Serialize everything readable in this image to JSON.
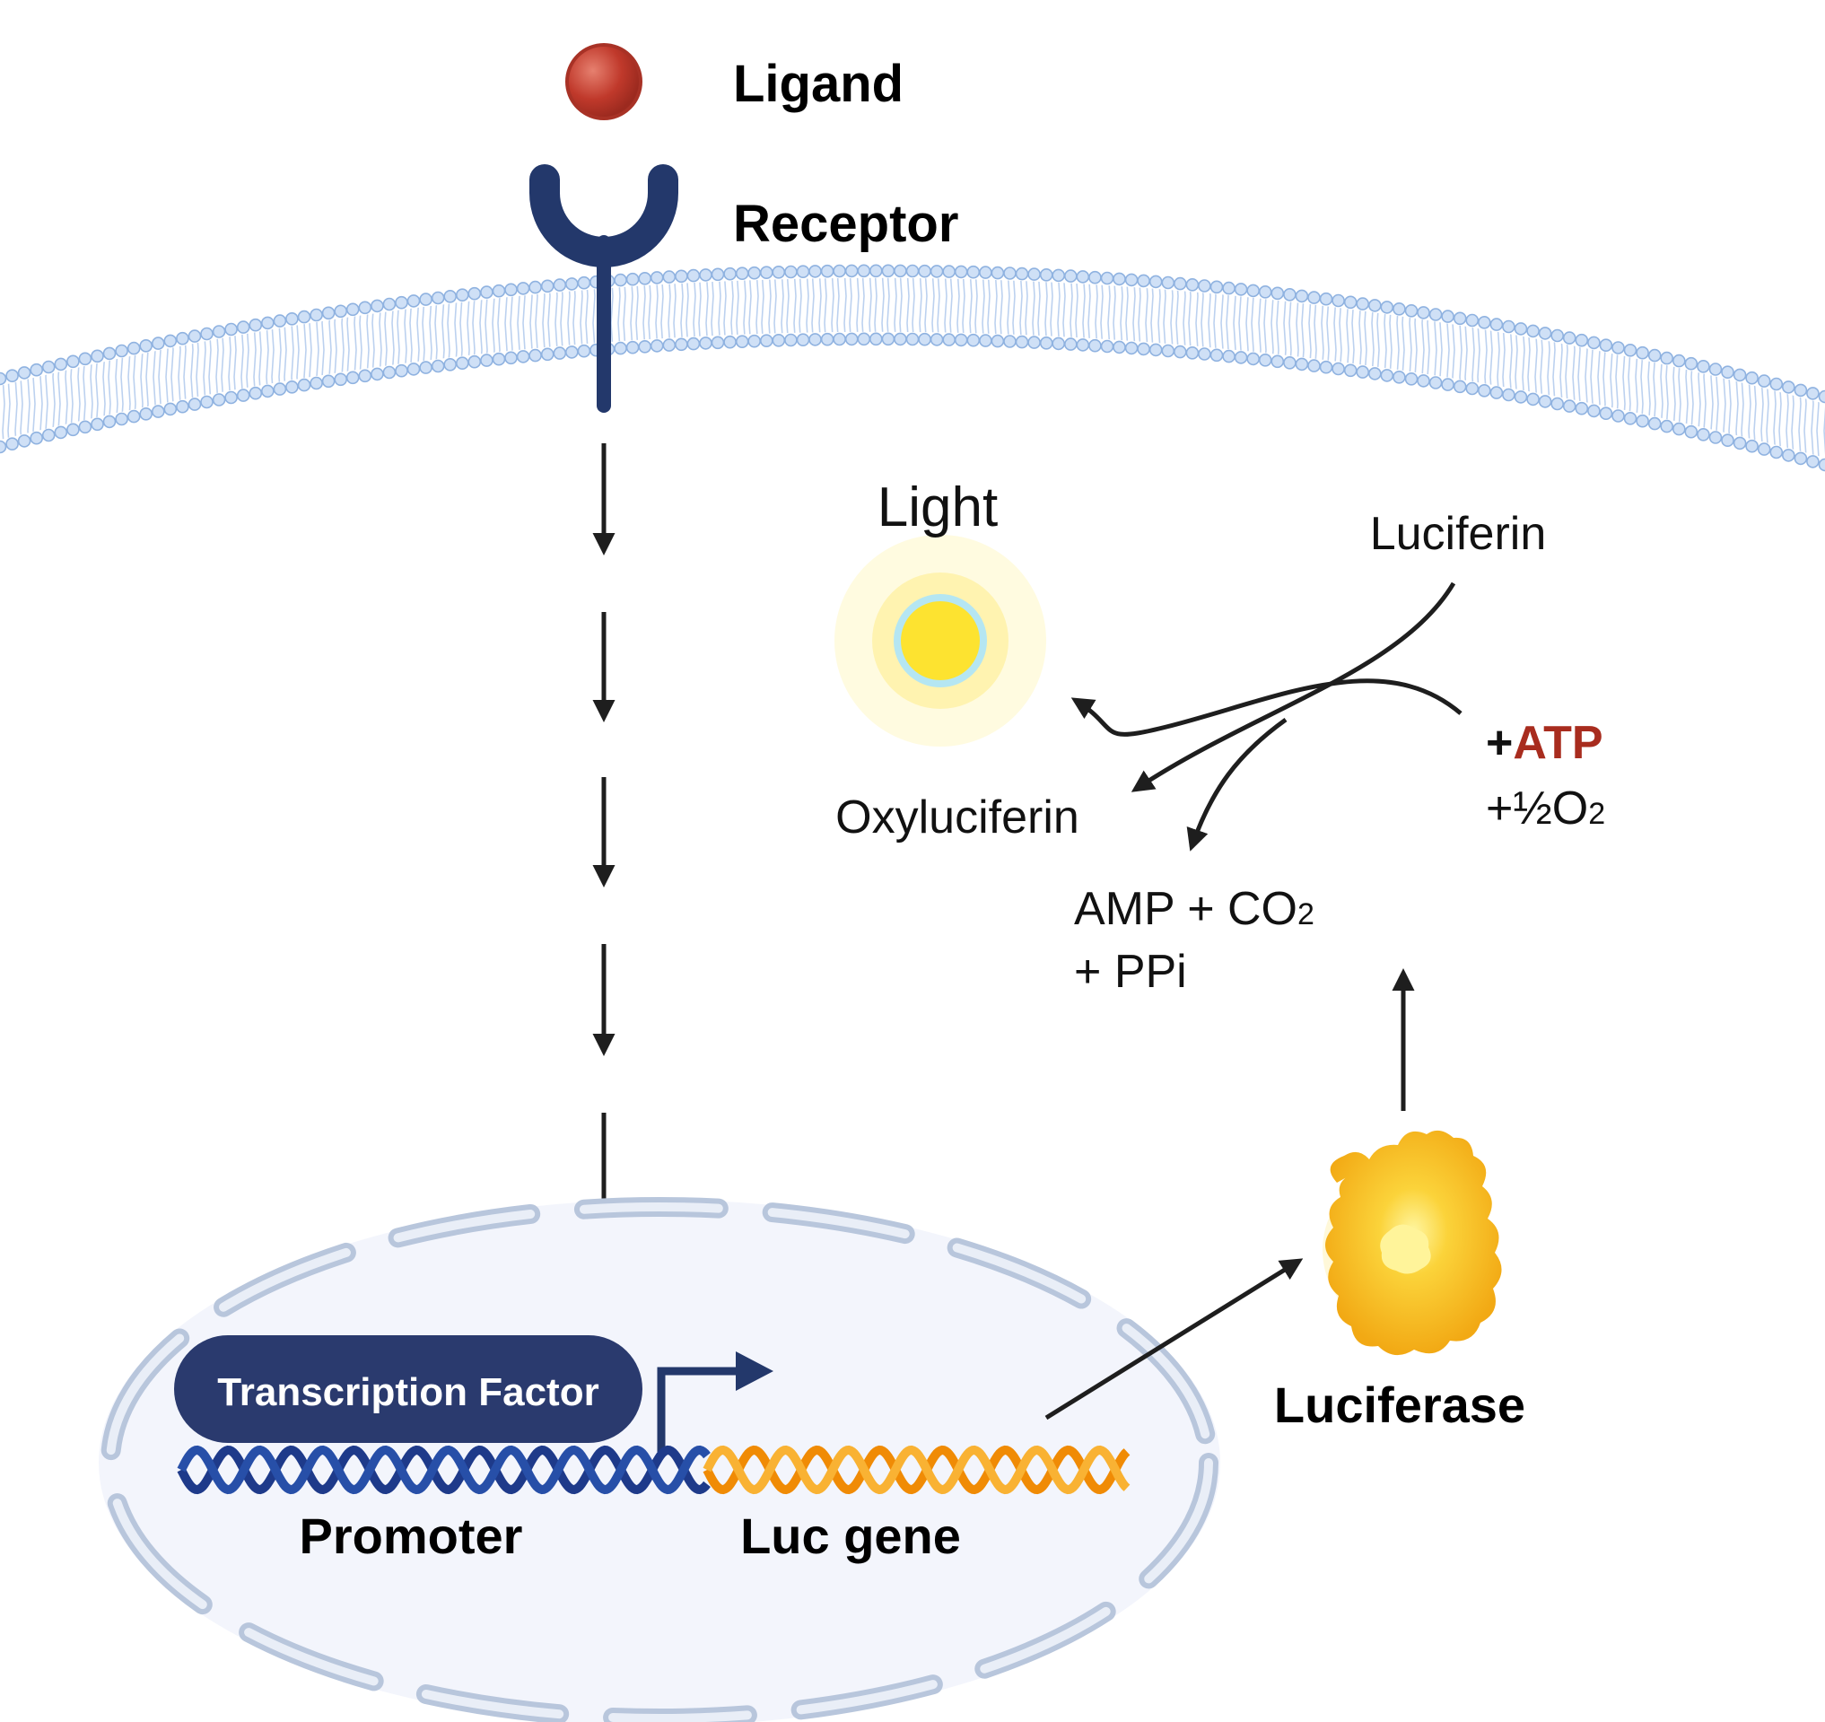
{
  "labels": {
    "ligand": "Ligand",
    "receptor": "Receptor",
    "light": "Light",
    "luciferin": "Luciferin",
    "oxyluciferin": "Oxyluciferin",
    "atp_plus": "+",
    "atp": "ATP",
    "o2_prefix": "+½O",
    "o2_sub": "2",
    "amp_line1": "AMP + CO",
    "co2_sub": "2",
    "amp_line2": "+ PPi",
    "transcription_factor": "Transcription Factor",
    "promoter": "Promoter",
    "luc_gene": "Luc gene",
    "luciferase": "Luciferase"
  },
  "colors": {
    "ligand": "#c0392b",
    "receptor": "#23386b",
    "membrane": "#a9c6ec",
    "membrane_tail": "#bcd3f0",
    "arrow": "#1e1e1e",
    "nucleus_fill": "#f3f5fc",
    "nucleus_dash": "#b8c6dc",
    "transcription_factor": "#2a3a6e",
    "promoter_dna": "#1e3a8a",
    "luc_gene_dna": "#f5a011",
    "light_core": "#fde330",
    "light_ring": "#b5e6f2",
    "light_glow": "#fff3b0",
    "atp_text": "#a82c1e",
    "luciferase": "#f5b41c"
  }
}
